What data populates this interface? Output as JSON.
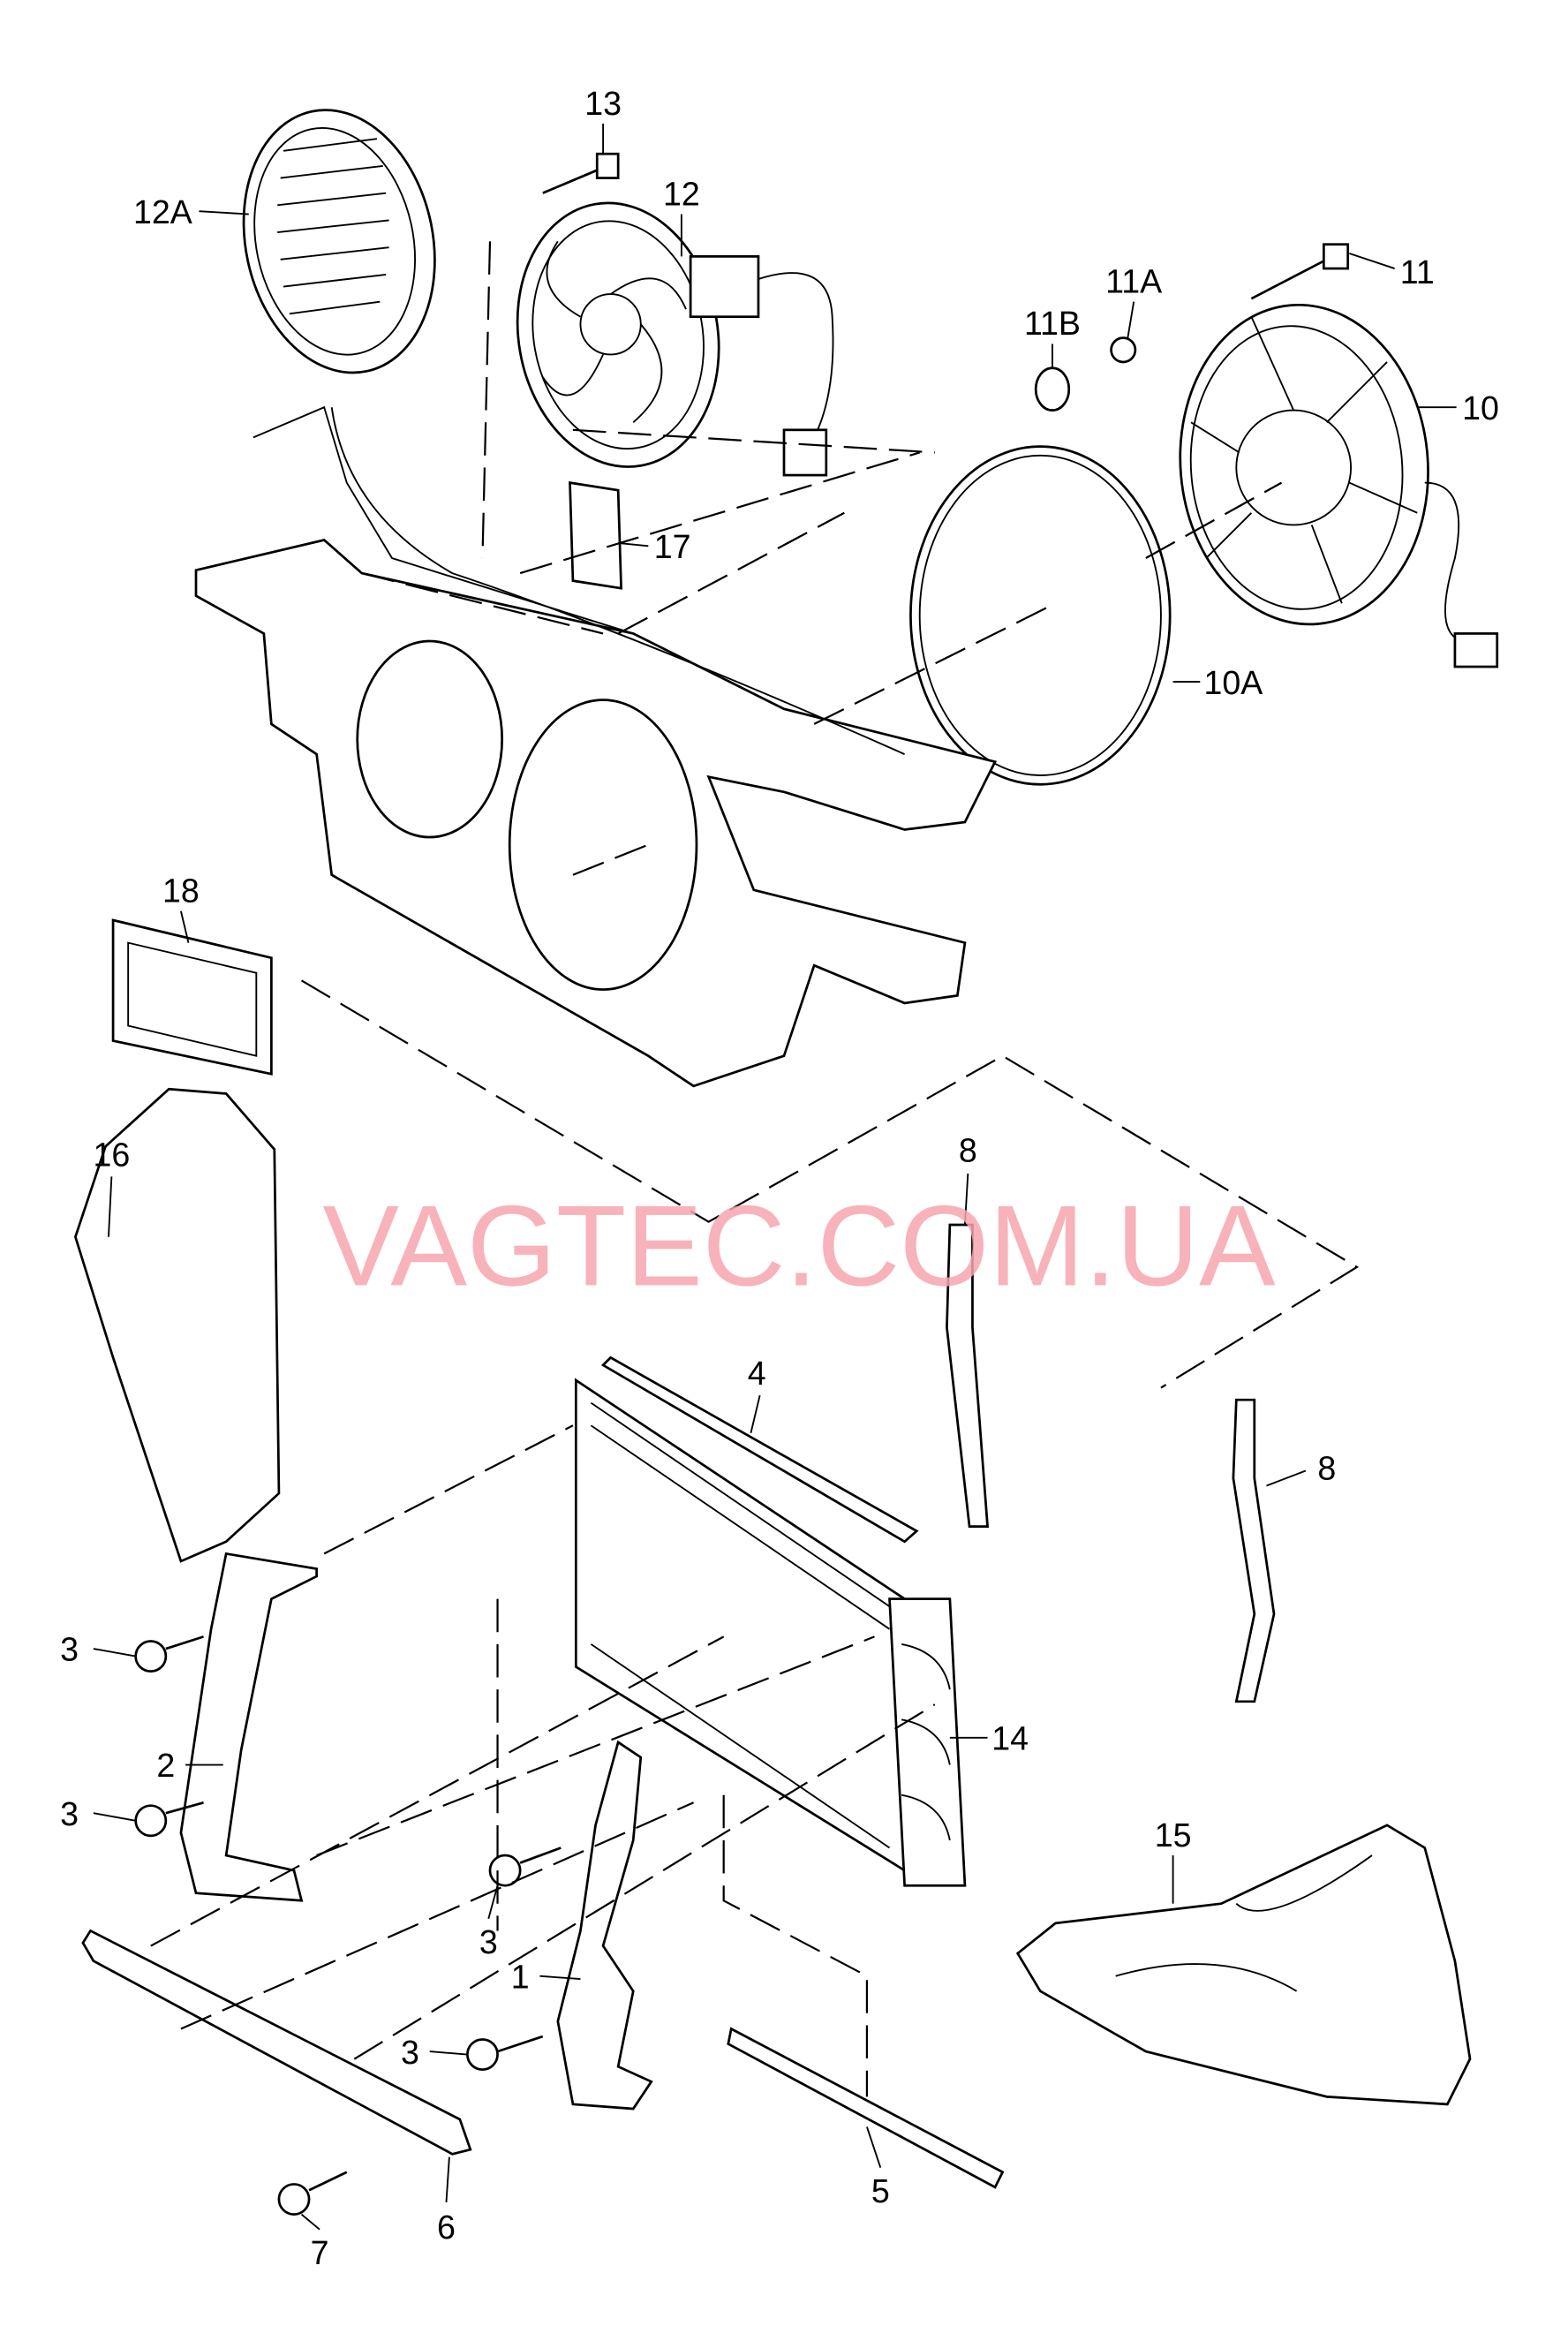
{
  "diagram": {
    "title": "Radiator, fan and lock carrier assembly",
    "watermark": "VAGTEC.COM.UA",
    "watermark_color": "#f7a5ad",
    "labels": {
      "p13": "13",
      "p12A": "12A",
      "p12": "12",
      "p11": "11",
      "p11A": "11A",
      "p11B": "11B",
      "p10": "10",
      "p17": "17",
      "p10A": "10A",
      "p18": "18",
      "p16": "16",
      "p8a": "8",
      "p8b": "8",
      "p4": "4",
      "p3a": "3",
      "p2": "2",
      "p14": "14",
      "p3b": "3",
      "p15": "15",
      "p3c": "3",
      "p1": "1",
      "p3d": "3",
      "p5": "5",
      "p6": "6",
      "p7": "7"
    }
  }
}
